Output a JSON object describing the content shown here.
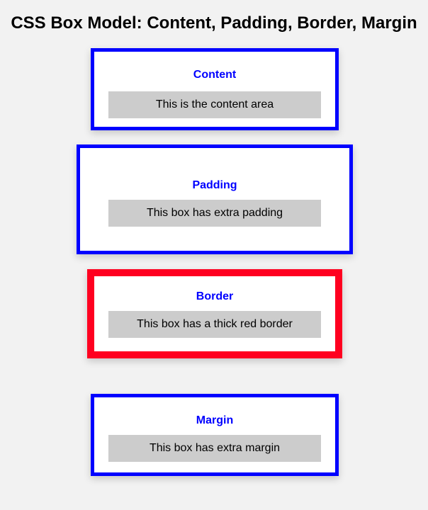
{
  "page": {
    "title": "CSS Box Model: Content, Padding, Border, Margin"
  },
  "colors": {
    "background": "#f2f2f2",
    "heading_blue": "#0000ff",
    "box_border_blue": "#0000ff",
    "box_border_red": "#ff0020",
    "content_gray": "#cccccc"
  },
  "boxes": [
    {
      "heading": "Content",
      "text": "This is the content area"
    },
    {
      "heading": "Padding",
      "text": "This box has extra padding"
    },
    {
      "heading": "Border",
      "text": "This box has a thick red border"
    },
    {
      "heading": "Margin",
      "text": "This box has extra margin"
    }
  ]
}
